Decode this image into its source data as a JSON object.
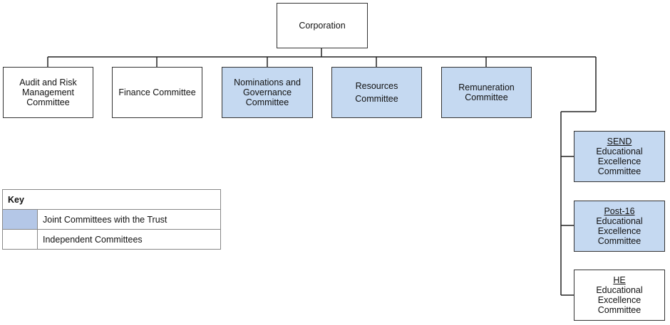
{
  "root": {
    "label": "Corporation"
  },
  "committees": [
    {
      "lines": [
        "Audit and Risk",
        "Management",
        "Committee"
      ],
      "type": "independent"
    },
    {
      "lines": [
        "Finance Committee"
      ],
      "type": "independent"
    },
    {
      "lines": [
        "Nominations and",
        "Governance",
        "Committee"
      ],
      "type": "joint"
    },
    {
      "lines": [
        "Resources",
        "Committee"
      ],
      "type": "joint"
    },
    {
      "lines": [
        "Remuneration",
        "Committee"
      ],
      "type": "joint"
    }
  ],
  "educational_committees": [
    {
      "title": "SEND",
      "lines": [
        "Educational",
        "Excellence",
        "Committee"
      ],
      "type": "joint"
    },
    {
      "title": "Post-16",
      "lines": [
        "Educational",
        "Excellence",
        "Committee"
      ],
      "type": "joint"
    },
    {
      "title": "HE",
      "lines": [
        "Educational",
        "Excellence",
        "Committee"
      ],
      "type": "independent"
    }
  ],
  "key": {
    "title": "Key",
    "joint_label": "Joint Committees with the Trust",
    "independent_label": "Independent Committees",
    "joint_color": "#b4c7e7",
    "independent_color": "#ffffff"
  },
  "colors": {
    "joint_box": "#c5d9f1",
    "line": "#222222",
    "border": "#333333"
  }
}
